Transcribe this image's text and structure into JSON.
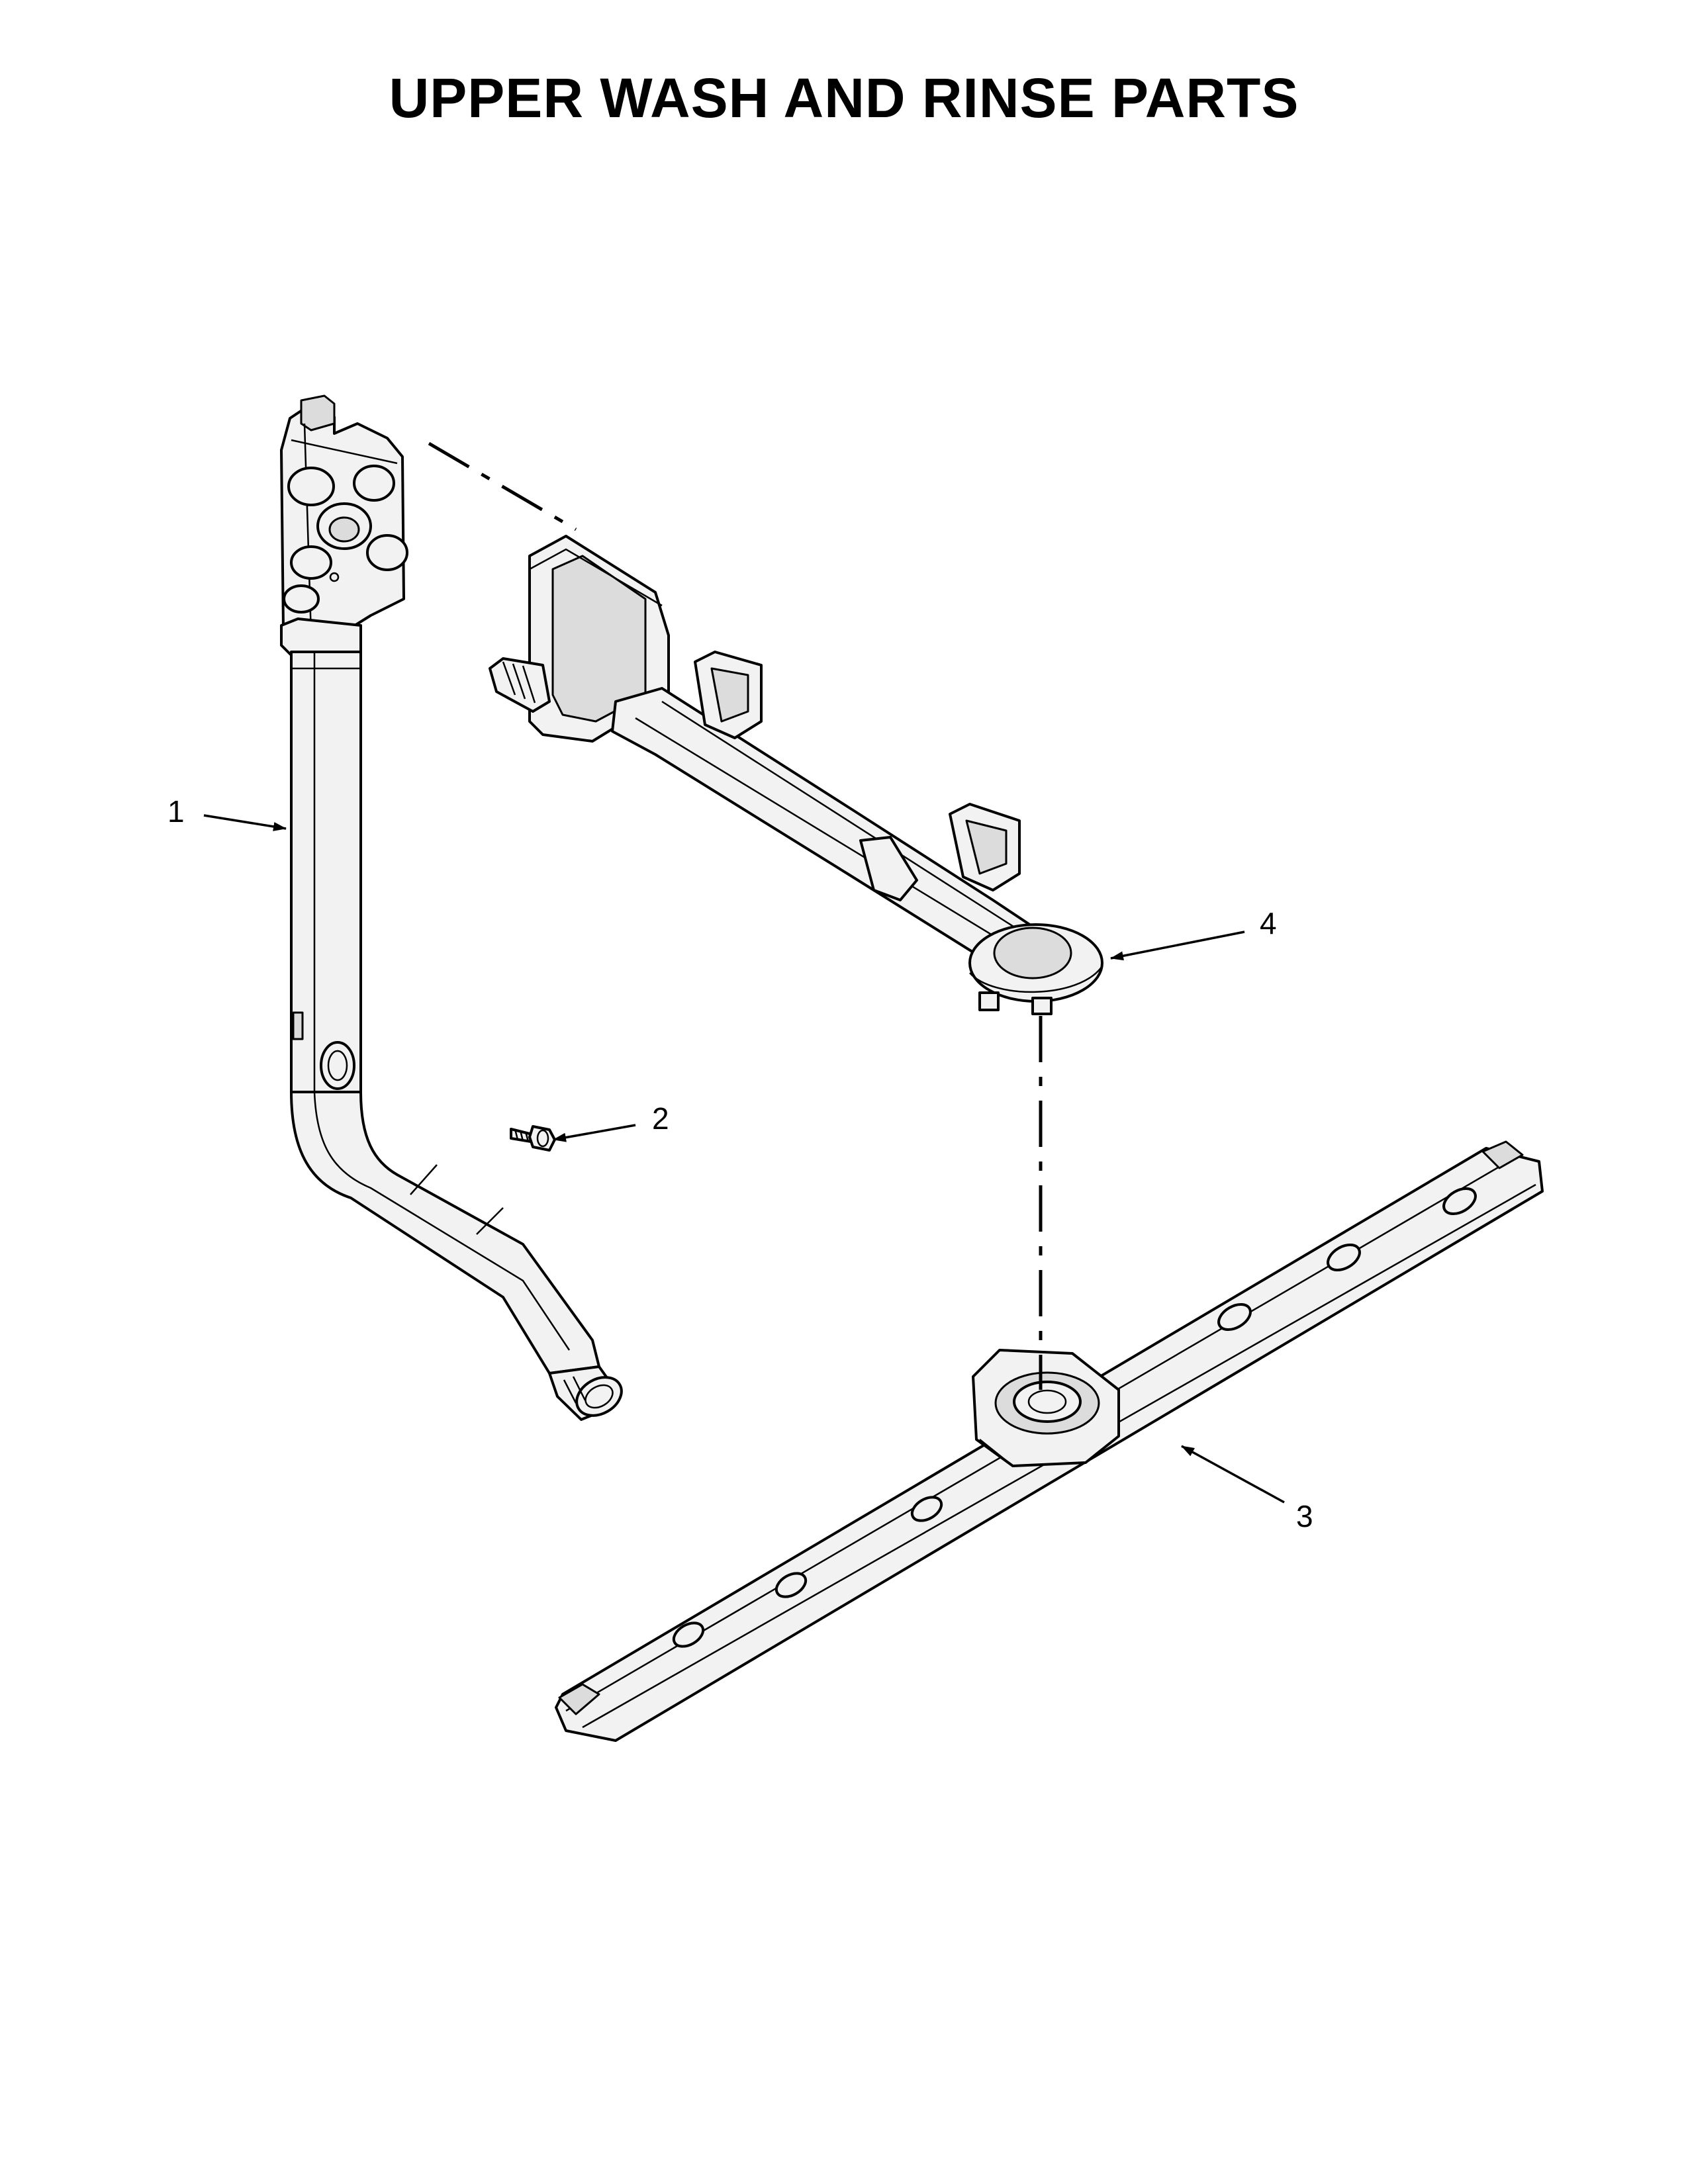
{
  "title": "UPPER WASH AND RINSE PARTS",
  "callouts": [
    {
      "id": "1",
      "label": "1"
    },
    {
      "id": "2",
      "label": "2"
    },
    {
      "id": "3",
      "label": "3"
    },
    {
      "id": "4",
      "label": "4"
    }
  ]
}
